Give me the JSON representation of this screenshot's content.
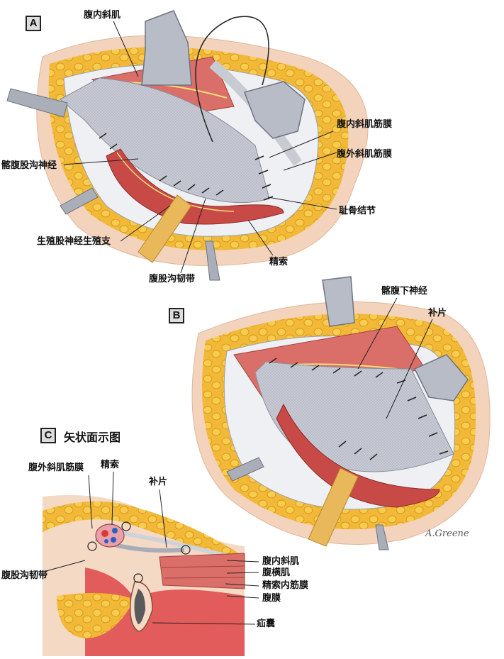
{
  "panels": {
    "a": {
      "tag": "A"
    },
    "b": {
      "tag": "B"
    },
    "c": {
      "tag": "C",
      "title": "矢状面示图"
    }
  },
  "labels_a": {
    "internal_oblique": "腹内斜肌",
    "ilioinguinal_nerve": "髂腹股沟神经",
    "internal_oblique_fascia": "腹内斜肌筋膜",
    "external_oblique_fascia": "腹外斜肌筋膜",
    "pubic_tubercle": "耻骨结节",
    "genital_branch": "生殖股神经生殖支",
    "spermatic_cord": "精索",
    "inguinal_ligament": "腹股沟韧带"
  },
  "labels_b": {
    "iliohypogastric_nerve": "髂腹下神经",
    "mesh": "补片"
  },
  "labels_c": {
    "external_oblique_fascia": "腹外斜肌筋膜",
    "spermatic_cord": "精索",
    "mesh": "补片",
    "internal_oblique": "腹内斜肌",
    "transversus": "腹横肌",
    "internal_spermatic_fascia": "精索内筋膜",
    "peritoneum": "腹膜",
    "inguinal_ligament": "腹股沟韧带",
    "hernia_sac": "疝囊"
  },
  "signature": "A.Greene"
}
